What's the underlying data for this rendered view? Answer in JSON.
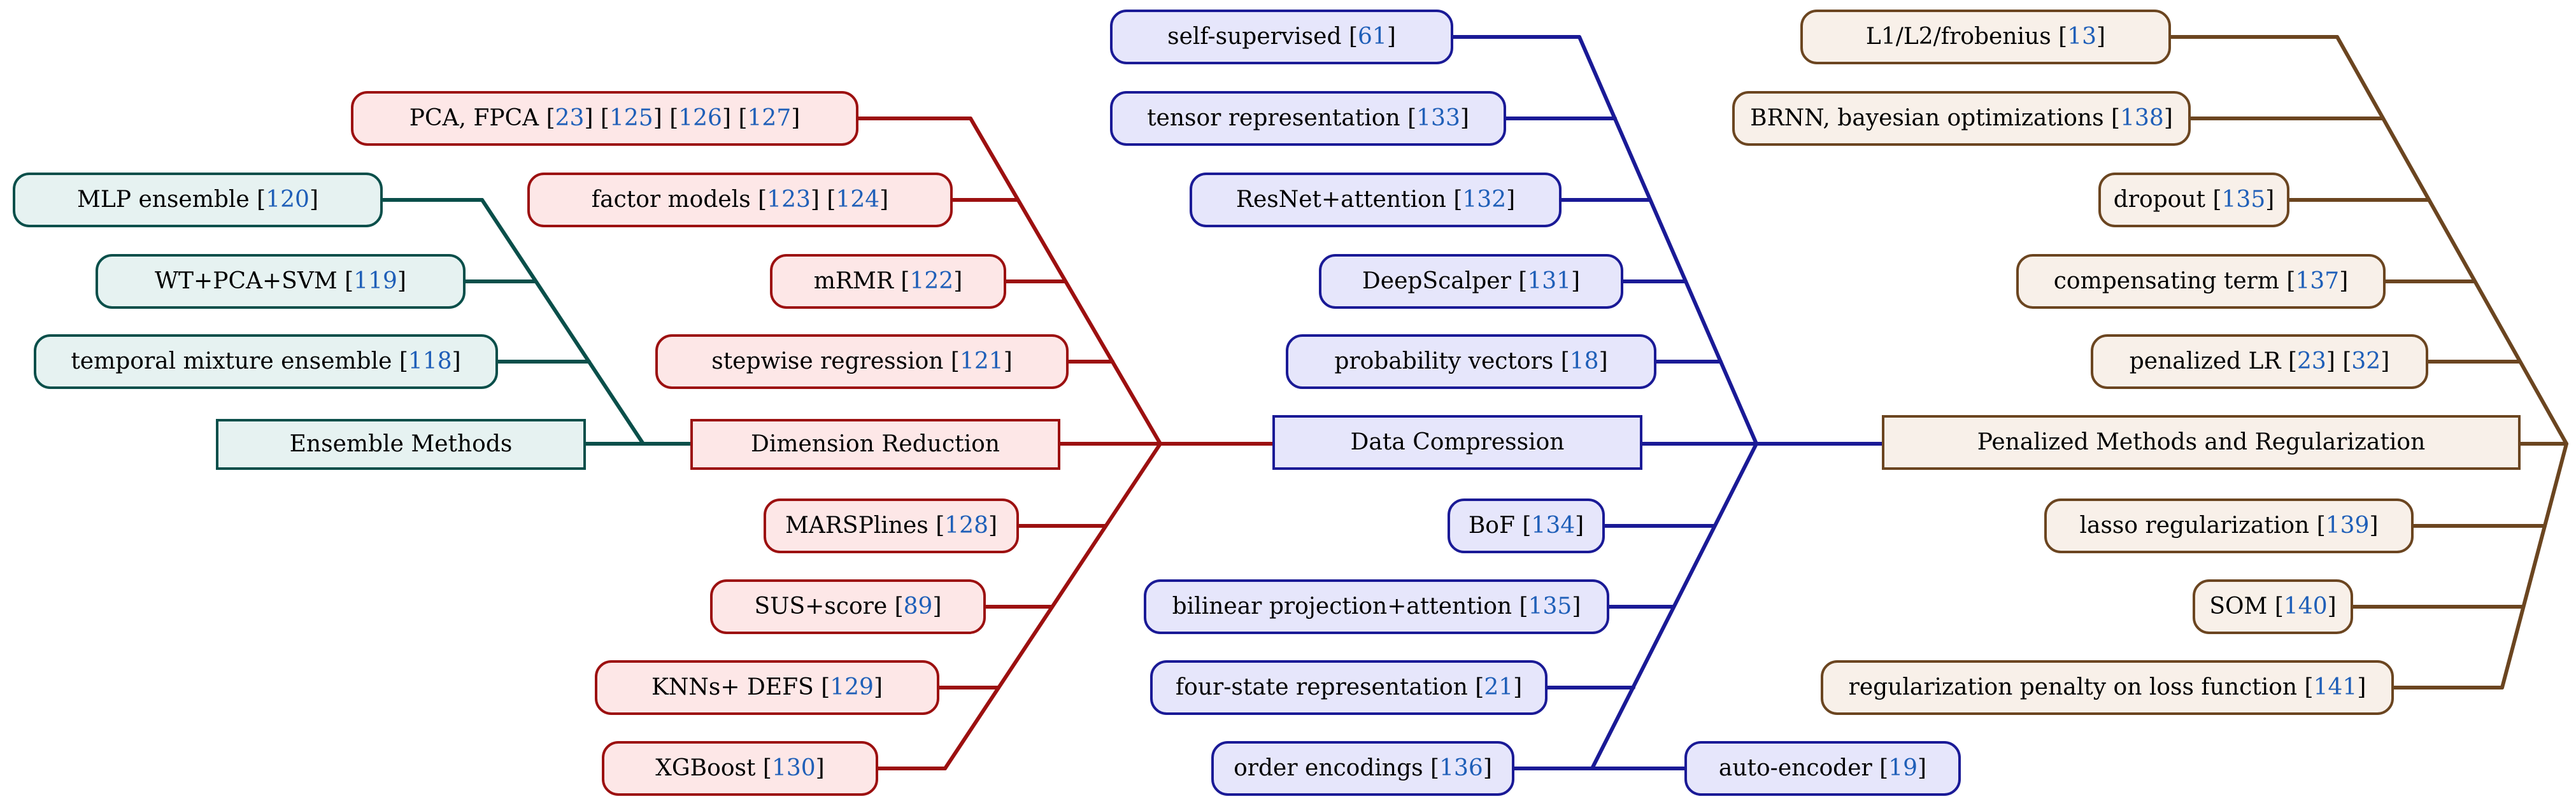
{
  "colors": {
    "red": {
      "fill": "#fde7e7",
      "stroke": "#9c1010"
    },
    "blue": {
      "fill": "#e6e6fb",
      "stroke": "#1a1a96"
    },
    "teal": {
      "fill": "#e6f2f1",
      "stroke": "#0a4f4a"
    },
    "brown": {
      "fill": "#f8f0e9",
      "stroke": "#6b4520"
    },
    "reference": "#1f5fb8"
  },
  "categories": {
    "ensemble": {
      "label": "Ensemble Methods"
    },
    "dimension": {
      "label": "Dimension Reduction"
    },
    "compression": {
      "label": "Data Compression"
    },
    "regularization": {
      "label": "Penalized Methods and Regularization"
    }
  },
  "ensemble": [
    {
      "label": "MLP ensemble",
      "refs": [
        "120"
      ]
    },
    {
      "label": "WT+PCA+SVM",
      "refs": [
        "119"
      ]
    },
    {
      "label": "temporal mixture ensemble",
      "refs": [
        "118"
      ]
    }
  ],
  "dimension": [
    {
      "label": "PCA, FPCA",
      "refs": [
        "23",
        "125",
        "126",
        "127"
      ]
    },
    {
      "label": "factor models",
      "refs": [
        "123",
        "124"
      ]
    },
    {
      "label": "mRMR",
      "refs": [
        "122"
      ]
    },
    {
      "label": "stepwise regression",
      "refs": [
        "121"
      ]
    },
    {
      "label": "MARSPlines",
      "refs": [
        "128"
      ]
    },
    {
      "label": "SUS+score",
      "refs": [
        "89"
      ]
    },
    {
      "label": "KNNs+ DEFS",
      "refs": [
        "129"
      ]
    },
    {
      "label": "XGBoost",
      "refs": [
        "130"
      ]
    }
  ],
  "compression": [
    {
      "label": "self-supervised",
      "refs": [
        "61"
      ]
    },
    {
      "label": "tensor representation",
      "refs": [
        "133"
      ]
    },
    {
      "label": "ResNet+attention",
      "refs": [
        "132"
      ]
    },
    {
      "label": "DeepScalper",
      "refs": [
        "131"
      ]
    },
    {
      "label": "probability vectors",
      "refs": [
        "18"
      ]
    },
    {
      "label": "BoF",
      "refs": [
        "134"
      ]
    },
    {
      "label": "bilinear projection+attention",
      "refs": [
        "135"
      ]
    },
    {
      "label": "four-state representation",
      "refs": [
        "21"
      ]
    },
    {
      "label": "order encodings",
      "refs": [
        "136"
      ]
    },
    {
      "label": "auto-encoder",
      "refs": [
        "19"
      ]
    }
  ],
  "regularization": [
    {
      "label": "L1/L2/frobenius",
      "refs": [
        "13"
      ]
    },
    {
      "label": "BRNN, bayesian optimizations",
      "refs": [
        "138"
      ]
    },
    {
      "label": "dropout",
      "refs": [
        "135"
      ]
    },
    {
      "label": "compensating term",
      "refs": [
        "137"
      ]
    },
    {
      "label": "penalized LR",
      "refs": [
        "23",
        "32"
      ]
    },
    {
      "label": "lasso regularization",
      "refs": [
        "139"
      ]
    },
    {
      "label": "SOM",
      "refs": [
        "140"
      ]
    },
    {
      "label": "regularization penalty on loss function",
      "refs": [
        "141"
      ]
    }
  ]
}
